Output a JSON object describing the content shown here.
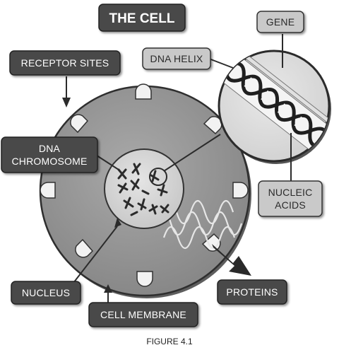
{
  "title": "THE CELL",
  "labels": {
    "receptor_sites": "RECEPTOR SITES",
    "dna_chromosome_line1": "DNA",
    "dna_chromosome_line2": "CHROMOSOME",
    "nucleus": "NUCLEUS",
    "cell_membrane": "CELL MEMBRANE",
    "proteins": "PROTEINS",
    "gene": "GENE",
    "dna_helix": "DNA HELIX",
    "nucleic_acids_line1": "NUCLEIC",
    "nucleic_acids_line2": "ACIDS"
  },
  "caption": "FIGURE 4.1",
  "colors": {
    "cell_fill": "#9a9a9a",
    "dark_label": "#4a4a4a",
    "light_label": "#c9c9c9"
  }
}
